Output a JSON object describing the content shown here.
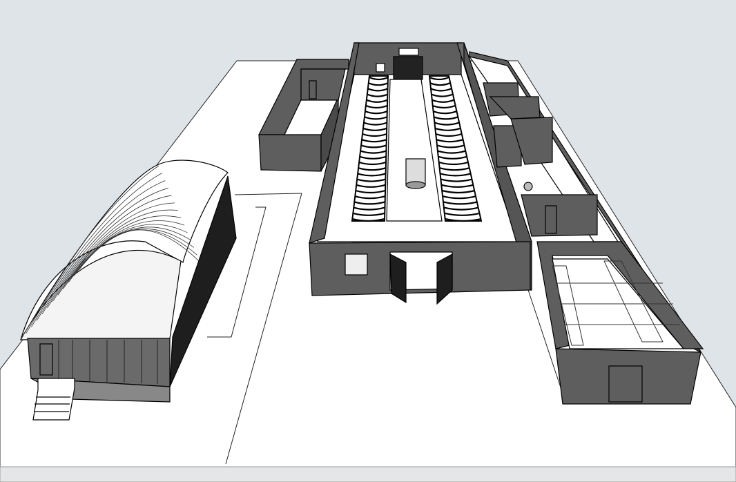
{
  "scene": {
    "view": "3d-model-perspective",
    "colors": {
      "sky": "#dfe4e8",
      "ground": "#ffffff",
      "wall": "#5e5e5e",
      "wall_dark": "#3c3c3c",
      "edge": "#000000",
      "footer": "#e4e6e8"
    },
    "objects": [
      "ground-plane",
      "main-barn",
      "milking-stall-row-left",
      "milking-stall-row-right",
      "side-pen",
      "quonset-hut",
      "entry-stairs",
      "annex-building",
      "glass-room"
    ]
  }
}
